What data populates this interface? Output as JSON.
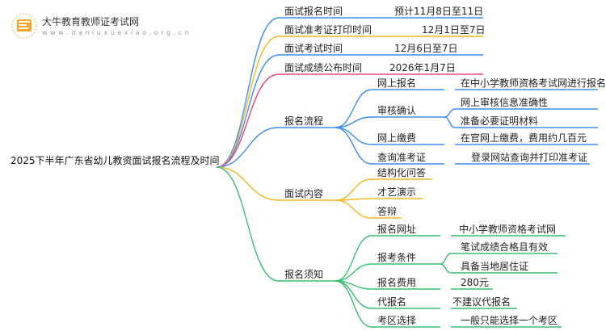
{
  "brand": {
    "name": "大牛教育教师证考试网",
    "url": "w w w . d a n i u x u e x i a o . o r g . c n"
  },
  "root": "2025下半年广东省幼儿教资面试报名流程及时间",
  "schedule": [
    {
      "label": "面试报名时间",
      "value": "预计11月8日至11日"
    },
    {
      "label": "面试准考证打印时间",
      "value": "12月1日至7日"
    },
    {
      "label": "面试考试时间",
      "value": "12月6日至7日"
    },
    {
      "label": "面试成绩公布时间",
      "value": "2026年1月7日"
    }
  ],
  "process": {
    "label": "报名流程",
    "steps": [
      {
        "label": "网上报名",
        "details": [
          "在中小学教师资格考试网进行报名"
        ]
      },
      {
        "label": "审核确认",
        "details": [
          "网上审核信息准确性",
          "准备必要证明材料"
        ]
      },
      {
        "label": "网上缴费",
        "details": [
          "在官网上缴费，费用约几百元"
        ]
      },
      {
        "label": "查询准考证",
        "details": [
          "登录网站查询并打印准考证"
        ]
      }
    ]
  },
  "content": {
    "label": "面试内容",
    "items": [
      "结构化问答",
      "才艺演示",
      "答辩"
    ]
  },
  "notes": {
    "label": "报名须知",
    "items": [
      {
        "label": "报名网址",
        "details": [
          "中小学教师资格考试网"
        ]
      },
      {
        "label": "报考条件",
        "details": [
          "笔试成绩合格且有效",
          "具备当地居住证"
        ]
      },
      {
        "label": "报名费用",
        "details": [
          "280元"
        ]
      },
      {
        "label": "代报名",
        "details": [
          "不建议代报名"
        ]
      },
      {
        "label": "考区选择",
        "details": [
          "一般只能选择一个考区"
        ]
      }
    ]
  },
  "colors": {
    "schedule": [
      "#3d8df5",
      "#f2b820",
      "#3d8df5",
      "#e8457a"
    ],
    "process": "#3d8df5",
    "content": "#f2b820",
    "notes": "#38c070",
    "logo": "#f5a623"
  }
}
